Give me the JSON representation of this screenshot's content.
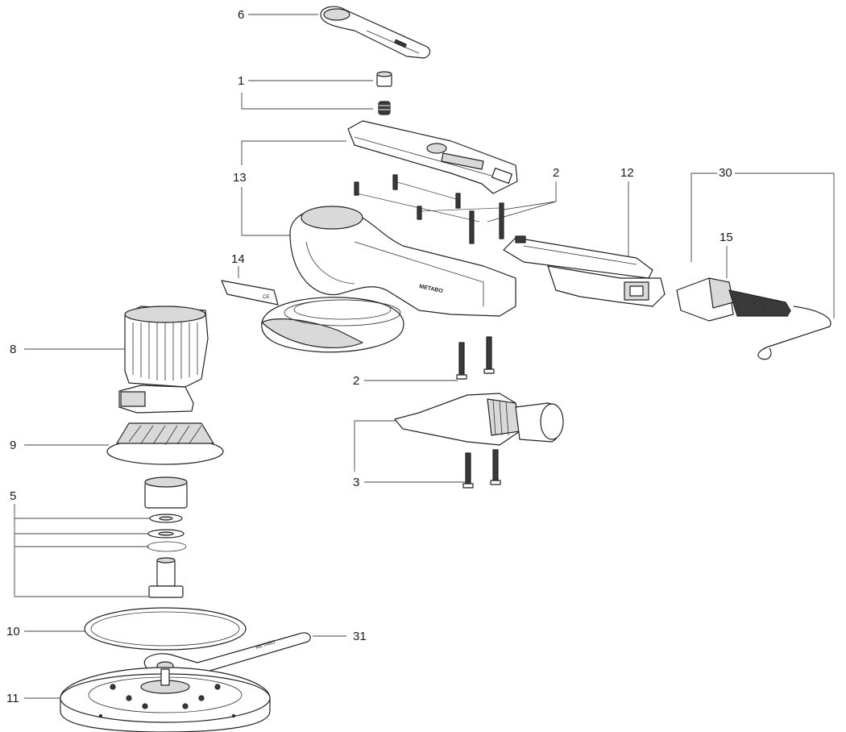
{
  "callouts": [
    {
      "id": "c6",
      "label": "6"
    },
    {
      "id": "c1",
      "label": "1"
    },
    {
      "id": "c13",
      "label": "13"
    },
    {
      "id": "c2a",
      "label": "2"
    },
    {
      "id": "c12",
      "label": "12"
    },
    {
      "id": "c30",
      "label": "30"
    },
    {
      "id": "c15",
      "label": "15"
    },
    {
      "id": "c14",
      "label": "14"
    },
    {
      "id": "c8",
      "label": "8"
    },
    {
      "id": "c2b",
      "label": "2"
    },
    {
      "id": "c9",
      "label": "9"
    },
    {
      "id": "c3",
      "label": "3"
    },
    {
      "id": "c5",
      "label": "5"
    },
    {
      "id": "c10",
      "label": "10"
    },
    {
      "id": "c31",
      "label": "31"
    },
    {
      "id": "c11",
      "label": "11"
    }
  ],
  "printed_text": {
    "housing_brand": "METABO",
    "label_mark": "CE",
    "wrench_text": "METABO"
  },
  "colors": {
    "line": "#222222",
    "fill_light": "#d9d9d9",
    "fill_dark": "#3a3a3a",
    "background": "#ffffff"
  }
}
